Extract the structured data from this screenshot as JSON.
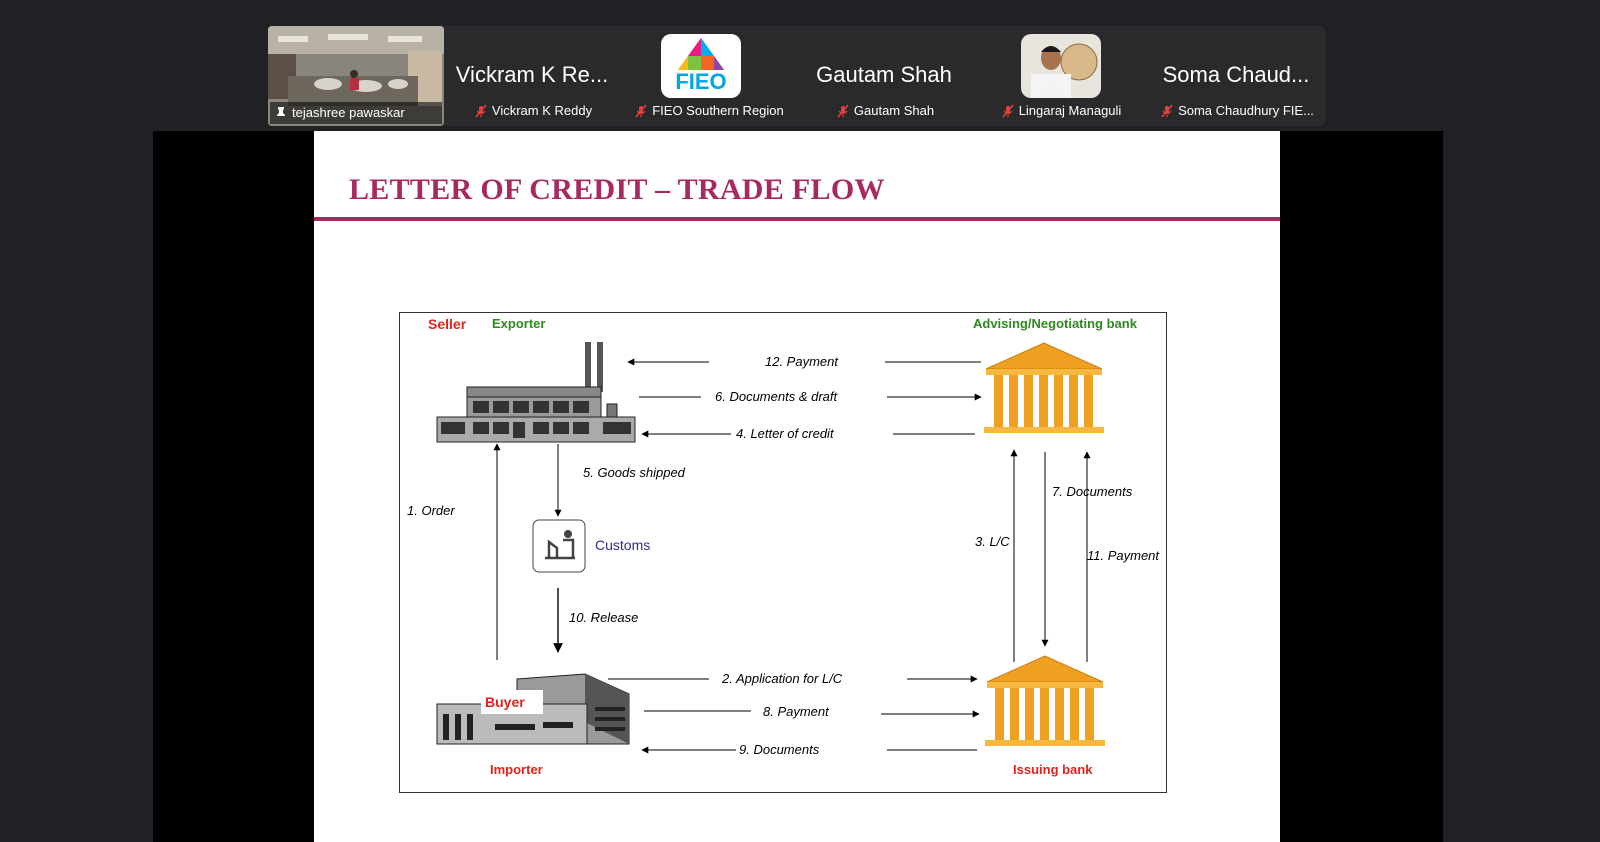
{
  "meeting": {
    "participants": [
      {
        "caption": "tejashree pawaskar",
        "pinned": true,
        "muted": false,
        "video": "room"
      },
      {
        "name": "Vickram K Re...",
        "caption": "Vickram K Reddy",
        "muted": true
      },
      {
        "caption": "FIEO Southern Region",
        "muted": true,
        "logo_text": "FIEO"
      },
      {
        "name": "Gautam Shah",
        "caption": "Gautam Shah",
        "muted": true
      },
      {
        "caption": "Lingaraj Managuli",
        "muted": true,
        "video": "person"
      },
      {
        "name": "Soma Chaud...",
        "caption": "Soma Chaudhury FIE...",
        "muted": true
      }
    ]
  },
  "slide": {
    "title": "LETTER OF CREDIT – TRADE FLOW",
    "accent_color": "#a8295f",
    "diagram": {
      "seller": "Seller",
      "exporter": "Exporter",
      "advising_bank": "Advising/Negotiating bank",
      "customs": "Customs",
      "buyer": "Buyer",
      "importer": "Importer",
      "issuing_bank": "Issuing bank",
      "steps": {
        "s1": "1. Order",
        "s2": "2. Application for L/C",
        "s3": "3. L/C",
        "s4": "4. Letter of credit",
        "s5": "5. Goods shipped",
        "s6": "6. Documents &  draft",
        "s7": "7. Documents",
        "s8": "8. Payment",
        "s9": "9. Documents",
        "s10": "10. Release",
        "s11": "11. Payment",
        "s12": "12. Payment"
      },
      "colors": {
        "seller": "#e0241d",
        "exporter": "#2e8b1e",
        "customs": "#2e2e8f",
        "bank": "#f0a020",
        "bank_dark": "#b87010"
      }
    }
  }
}
